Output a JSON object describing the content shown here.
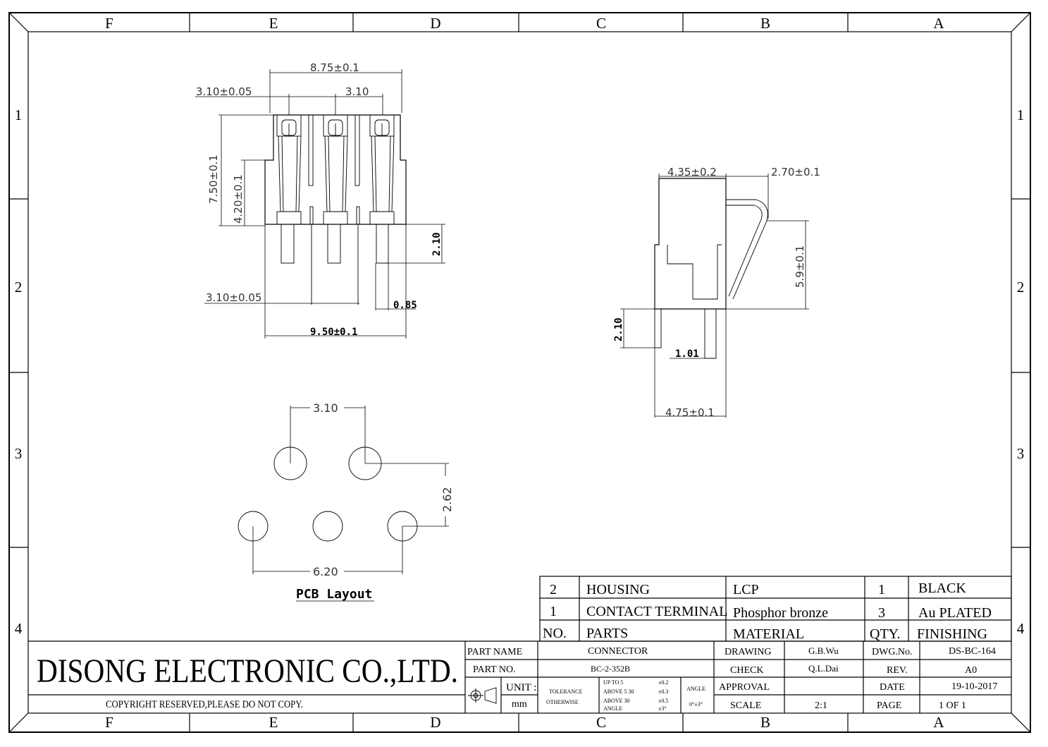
{
  "border": {
    "columns": [
      "F",
      "E",
      "D",
      "C",
      "B",
      "A"
    ],
    "rows": [
      "1",
      "2",
      "3",
      "4"
    ]
  },
  "front_view": {
    "dim_overall_width": "8.75±0.1",
    "dim_side_offset": "3.10±0.05",
    "dim_pitch_top": "3.10",
    "dim_height": "7.50±0.1",
    "dim_lower_height": "4.20±0.1",
    "dim_pin_length": "2.10",
    "dim_pitch_bottom": "3.10±0.05",
    "dim_pin_width": "0.85",
    "dim_base_width": "9.50±0.1"
  },
  "side_view": {
    "dim_housing_depth": "4.35±0.2",
    "dim_contact_offset": "2.70±0.1",
    "dim_contact_height": "5.9±0.1",
    "dim_pin_length": "2.10",
    "dim_pin_thickness": "1.01",
    "dim_footprint": "4.75±0.1"
  },
  "pcb_layout": {
    "title": "PCB Layout",
    "dim_pitch": "3.10",
    "dim_row_spacing": "2.62",
    "dim_span": "6.20"
  },
  "bom": {
    "rows": [
      {
        "no": "2",
        "part": "HOUSING",
        "material": "LCP",
        "qty": "1",
        "finishing": "BLACK"
      },
      {
        "no": "1",
        "part": "CONTACT TERMINAL",
        "material": "Phosphor bronze",
        "qty": "3",
        "finishing": "Au PLATED"
      }
    ],
    "headers": {
      "no": "NO.",
      "part": "PARTS",
      "material": "MATERIAL",
      "qty": "QTY.",
      "finishing": "FINISHING"
    }
  },
  "title_block": {
    "company": "DISONG ELECTRONIC CO.,LTD.",
    "copyright": "COPYRIGHT RESERVED,PLEASE DO NOT COPY.",
    "part_name_label": "PART NAME",
    "part_name": "CONNECTOR",
    "part_no_label": "PART NO.",
    "part_no": "BC-2-352B",
    "unit_label": "UNIT :",
    "unit": "mm",
    "tolerance_label": "TOLERANCE",
    "otherwise_label": "OTHERWISE",
    "tol_upto5": "UP TO 5",
    "tol_upto5_val": "±0.2",
    "tol_above5": "ABOVE 5  30",
    "tol_above5_val": "±0.3",
    "tol_above30": "ABOVE 30",
    "tol_above30_val": "±0.5",
    "tol_angle": "ANGLE",
    "tol_angle_val": "±3°",
    "angle_label": "ANGLE",
    "angle_val": "0°±3°",
    "drawing_label": "DRAWING",
    "drawing": "G.B.Wu",
    "check_label": "CHECK",
    "check": "Q.L.Dai",
    "approval_label": "APPROVAL",
    "approval": "",
    "scale_label": "SCALE",
    "scale": "2:1",
    "dwg_no_label": "DWG.No.",
    "dwg_no": "DS-BC-164",
    "rev_label": "REV.",
    "rev": "A0",
    "date_label": "DATE",
    "date": "19-10-2017",
    "page_label": "PAGE",
    "page": "1 OF 1"
  }
}
